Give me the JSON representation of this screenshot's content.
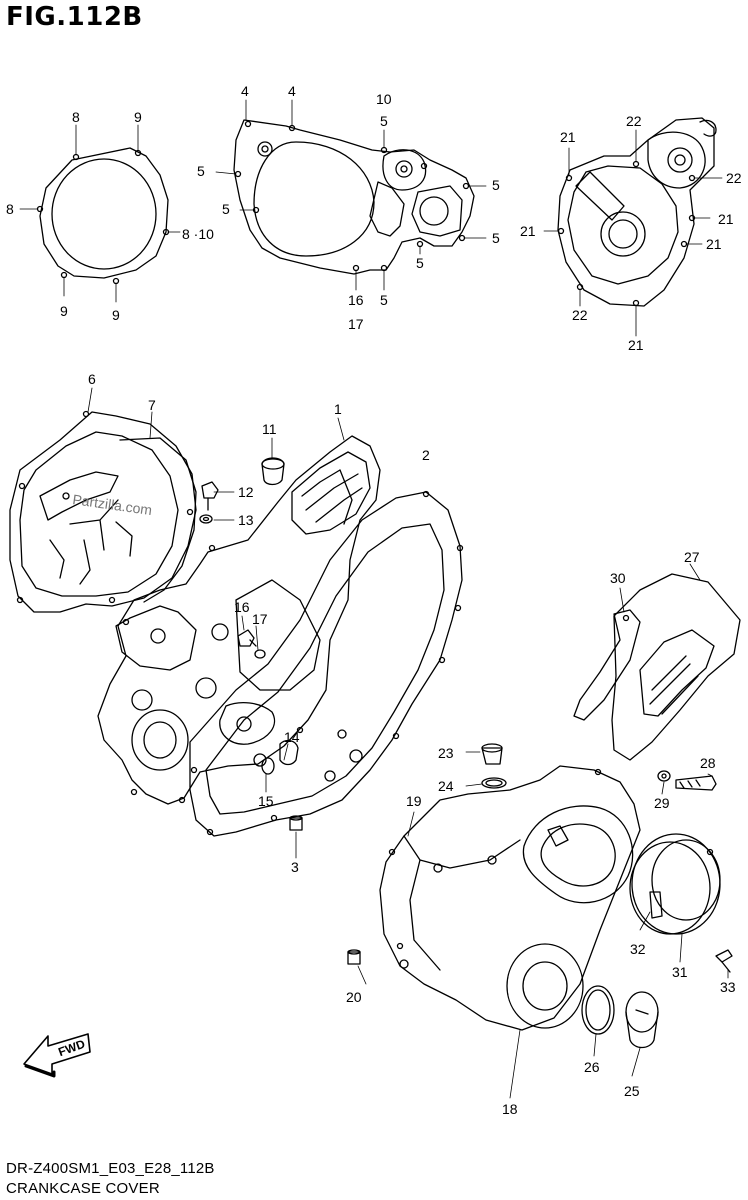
{
  "figure_id": "FIG.112B",
  "footer": {
    "code": "DR-Z400SM1_E03_E28_112B",
    "caption": "CRANKCASE COVER"
  },
  "watermark": "Partzilla.com",
  "fwd_label": "FWD",
  "callouts": [
    {
      "id": "c8a",
      "text": "8"
    },
    {
      "id": "c9a",
      "text": "9"
    },
    {
      "id": "c8b",
      "text": "8"
    },
    {
      "id": "c810",
      "text": "8 ·10"
    },
    {
      "id": "c9b",
      "text": "9"
    },
    {
      "id": "c9c",
      "text": "9"
    },
    {
      "id": "c4a",
      "text": "4"
    },
    {
      "id": "c4b",
      "text": "4"
    },
    {
      "id": "c10",
      "text": "10"
    },
    {
      "id": "c5a",
      "text": "5"
    },
    {
      "id": "c5b",
      "text": "5"
    },
    {
      "id": "c5c",
      "text": "5"
    },
    {
      "id": "c5d",
      "text": "5"
    },
    {
      "id": "c5e",
      "text": "5"
    },
    {
      "id": "c5f",
      "text": "5"
    },
    {
      "id": "c5g",
      "text": "5"
    },
    {
      "id": "c16a",
      "text": "16"
    },
    {
      "id": "c17a",
      "text": "17"
    },
    {
      "id": "c21a",
      "text": "21"
    },
    {
      "id": "c22a",
      "text": "22"
    },
    {
      "id": "c22b",
      "text": "22"
    },
    {
      "id": "c21b",
      "text": "21"
    },
    {
      "id": "c21c",
      "text": "21"
    },
    {
      "id": "c21d",
      "text": "21"
    },
    {
      "id": "c22c",
      "text": "22"
    },
    {
      "id": "c21e",
      "text": "21"
    },
    {
      "id": "c6",
      "text": "6"
    },
    {
      "id": "c7",
      "text": "7"
    },
    {
      "id": "c1",
      "text": "1"
    },
    {
      "id": "c2",
      "text": "2"
    },
    {
      "id": "c11",
      "text": "11"
    },
    {
      "id": "c12",
      "text": "12"
    },
    {
      "id": "c13",
      "text": "13"
    },
    {
      "id": "c16b",
      "text": "16"
    },
    {
      "id": "c17b",
      "text": "17"
    },
    {
      "id": "c14",
      "text": "14"
    },
    {
      "id": "c15",
      "text": "15"
    },
    {
      "id": "c3",
      "text": "3"
    },
    {
      "id": "c27",
      "text": "27"
    },
    {
      "id": "c30",
      "text": "30"
    },
    {
      "id": "c23",
      "text": "23"
    },
    {
      "id": "c24",
      "text": "24"
    },
    {
      "id": "c19",
      "text": "19"
    },
    {
      "id": "c28",
      "text": "28"
    },
    {
      "id": "c29",
      "text": "29"
    },
    {
      "id": "c32",
      "text": "32"
    },
    {
      "id": "c31",
      "text": "31"
    },
    {
      "id": "c33",
      "text": "33"
    },
    {
      "id": "c20",
      "text": "20"
    },
    {
      "id": "c26",
      "text": "26"
    },
    {
      "id": "c25",
      "text": "25"
    },
    {
      "id": "c18",
      "text": "18"
    }
  ]
}
